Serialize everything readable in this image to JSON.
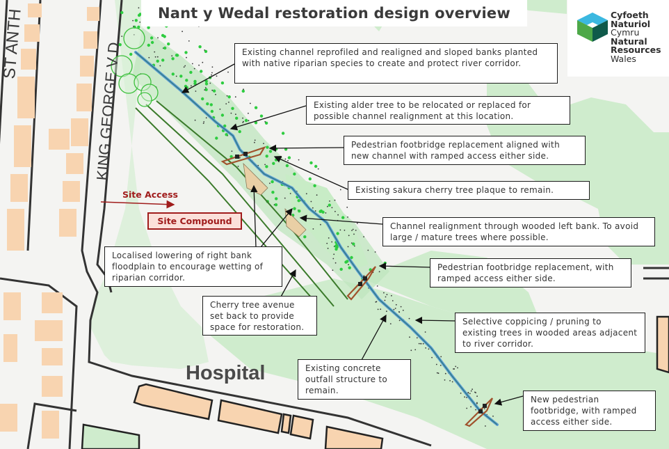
{
  "title": "Nant y Wedal restoration design overview",
  "logo": {
    "icon": "hexagon-logo-icon",
    "lines": [
      {
        "text": "Cyfoeth",
        "bold": true
      },
      {
        "text": "Naturiol",
        "bold": true
      },
      {
        "text": "Cymru",
        "bold": false
      },
      {
        "text": "Natural",
        "bold": true
      },
      {
        "text": "Resources",
        "bold": true
      },
      {
        "text": "Wales",
        "bold": false
      }
    ],
    "colors": {
      "light_blue": "#3bb8e0",
      "green": "#4da848",
      "dark_green": "#0f5a4a",
      "teal": "#1b8a86"
    }
  },
  "map_labels": {
    "street_1": "ST ANTH",
    "street_2": "KING GEORGE V D",
    "hospital": "Hospital",
    "site_access": "Site Access",
    "site_compound": "Site Compound"
  },
  "callouts": [
    {
      "id": "channel-reprofiled",
      "text": "Existing channel reprofiled and realigned and sloped  banks planted with native riparian species to create and protect river corridor."
    },
    {
      "id": "alder-tree",
      "text": "Existing alder tree to be relocated or replaced for possible channel realignment at this location."
    },
    {
      "id": "footbridge-aligned",
      "text": "Pedestrian footbridge replacement aligned with new channel with ramped access either side."
    },
    {
      "id": "sakura-plaque",
      "text": "Existing sakura cherry tree plaque to remain."
    },
    {
      "id": "channel-realignment",
      "text": "Channel realignment through wooded left bank. To avoid large / mature trees where possible."
    },
    {
      "id": "localised-lowering",
      "text": "Localised lowering of right bank floodplain to encourage wetting of riparian corridor."
    },
    {
      "id": "footbridge-replacement",
      "text": "Pedestrian footbridge replacement, with ramped access either side."
    },
    {
      "id": "cherry-avenue",
      "text": "Cherry tree avenue set back to provide space for restoration."
    },
    {
      "id": "coppicing",
      "text": "Selective coppicing / pruning to existing trees in wooded areas adjacent to river corridor."
    },
    {
      "id": "concrete-outfall",
      "text": "Existing concrete outfall structure to remain."
    },
    {
      "id": "new-footbridge",
      "text": "New pedestrian footbridge, with ramped access either side."
    }
  ],
  "colors": {
    "background": "#f4f4f2",
    "green_space": "#cfeccd",
    "building": "#f8d4b0",
    "river": "#5b9bd5",
    "channel": "#3aa6a0",
    "planting": "#2ecc40",
    "tree_line": "#3a7a2a",
    "footbridge": "#a0522d",
    "site_red": "#a01c1c"
  }
}
